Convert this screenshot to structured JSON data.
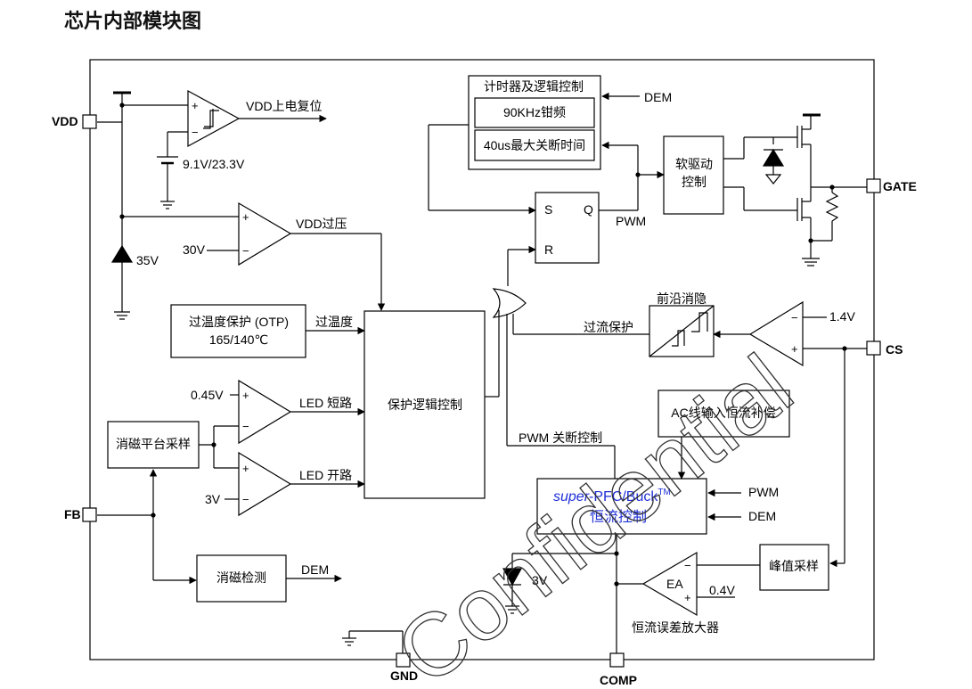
{
  "title": "芯片内部模块图",
  "blocks": {
    "timer_title": "计时器及逻辑控制",
    "timer_90k": "90KHz钳频",
    "timer_40us": "40us最大关断时间",
    "soft_drive_1": "软驱动",
    "soft_drive_2": "控制",
    "otp_1": "过温度保护 (OTP)",
    "otp_2": "165/140℃",
    "protect": "保护逻辑控制",
    "demag_sample": "消磁平台采样",
    "demag_detect": "消磁检测",
    "ac_comp": "AC线输入恒流补偿",
    "pfc_italic": "super",
    "pfc_rest": "-PFC/Buck",
    "pfc_tm": "TM",
    "pfc_line2": "恒流控制",
    "peak_sample": "峰值采样",
    "leb": "前沿消隐"
  },
  "labels": {
    "vdd_reset": "VDD上电复位",
    "uvlo": "9.1V/23.3V",
    "vdd_ovp": "VDD过压",
    "v30": "30V",
    "v35": "35V",
    "over_temp": "过温度",
    "v045": "0.45V",
    "led_short": "LED 短路",
    "led_open": "LED 开路",
    "v3a": "3V",
    "dem_top": "DEM",
    "dem_detect": "DEM",
    "dem_pfc": "DEM",
    "pwm_in": "PWM",
    "pwm_out": "PWM",
    "pwm_off": "PWM 关断控制",
    "ocp": "过流保护",
    "v14": "1.4V",
    "v04": "0.4V",
    "v3z": "3V",
    "ea": "EA",
    "ea_name": "恒流误差放大器",
    "s": "S",
    "r": "R",
    "q": "Q",
    "plus": "+",
    "minus": "−"
  },
  "pins": {
    "vdd": "VDD",
    "gate": "GATE",
    "cs": "CS",
    "fb": "FB",
    "gnd": "GND",
    "comp": "COMP"
  },
  "watermark": "Confidential"
}
